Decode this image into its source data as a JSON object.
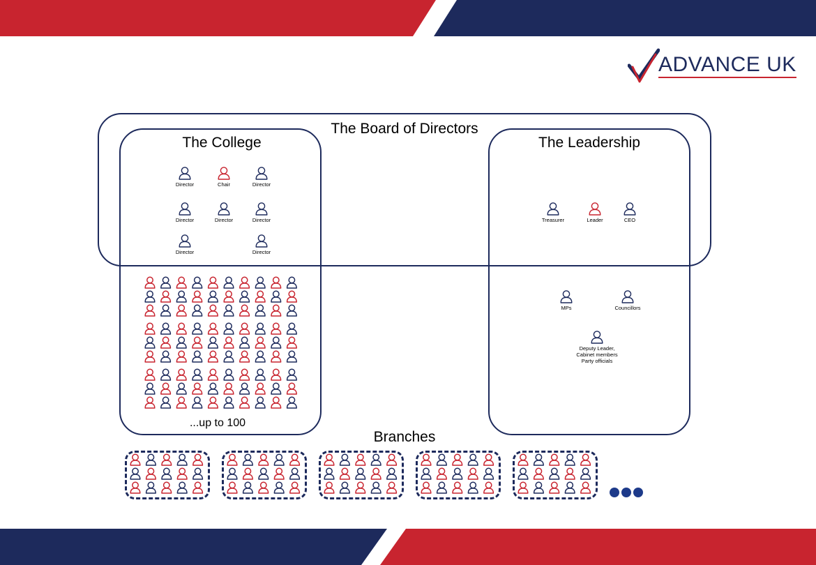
{
  "colors": {
    "navy": "#1d2a5c",
    "red": "#c8242f",
    "dot": "#1d3a8a"
  },
  "logo": {
    "text": "ADVANCE UK",
    "icon": "checkmark-icon"
  },
  "board": {
    "title": "The Board of Directors"
  },
  "college": {
    "title": "The College",
    "directors": [
      {
        "label": "Director",
        "color": "navy"
      },
      {
        "label": "Chair",
        "color": "red"
      },
      {
        "label": "Director",
        "color": "navy"
      },
      {
        "label": "Director",
        "color": "navy"
      },
      {
        "label": "Director",
        "color": "navy"
      },
      {
        "label": "Director",
        "color": "navy"
      },
      {
        "label": "Director",
        "color": "navy"
      },
      {
        "label": "Director",
        "color": "navy"
      }
    ],
    "members_caption": "...up to 100"
  },
  "leadership": {
    "title": "The Leadership",
    "officers": [
      {
        "label": "Treasurer",
        "color": "navy"
      },
      {
        "label": "Leader",
        "color": "red"
      },
      {
        "label": "CEO",
        "color": "navy"
      }
    ],
    "others": [
      {
        "label": "MPs",
        "color": "navy"
      },
      {
        "label": "Councillors",
        "color": "navy"
      },
      {
        "label": "Deputy Leader,\nCabinet members\nParty officials",
        "color": "navy"
      }
    ]
  },
  "branches": {
    "title": "Branches",
    "count": 5,
    "more_icon": "ellipsis-icon"
  }
}
